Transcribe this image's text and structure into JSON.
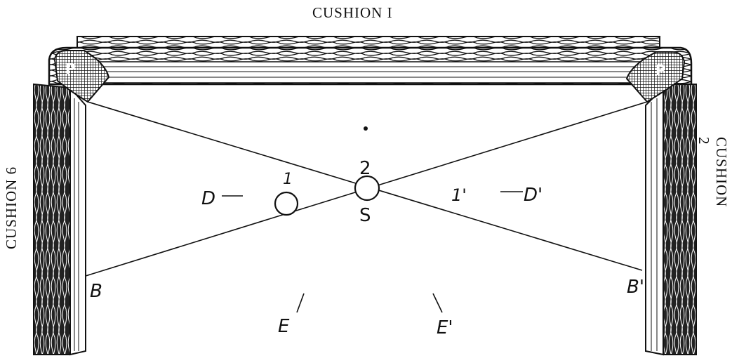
{
  "cushions": {
    "top": "CUSHION I",
    "left": "CUSHION 6",
    "right": "CUSHION 2"
  },
  "pocket_labels": {
    "left": "P",
    "right": "P"
  },
  "points": {
    "D": "D",
    "ball_1": "1",
    "ball_2": "2",
    "S": "S",
    "ball_1_prime": "1'",
    "D_prime": "D'",
    "B": "B",
    "B_prime": "B'",
    "E": "E",
    "E_prime": "E'"
  },
  "colors": {
    "ink": "#111111",
    "paper": "#ffffff"
  }
}
